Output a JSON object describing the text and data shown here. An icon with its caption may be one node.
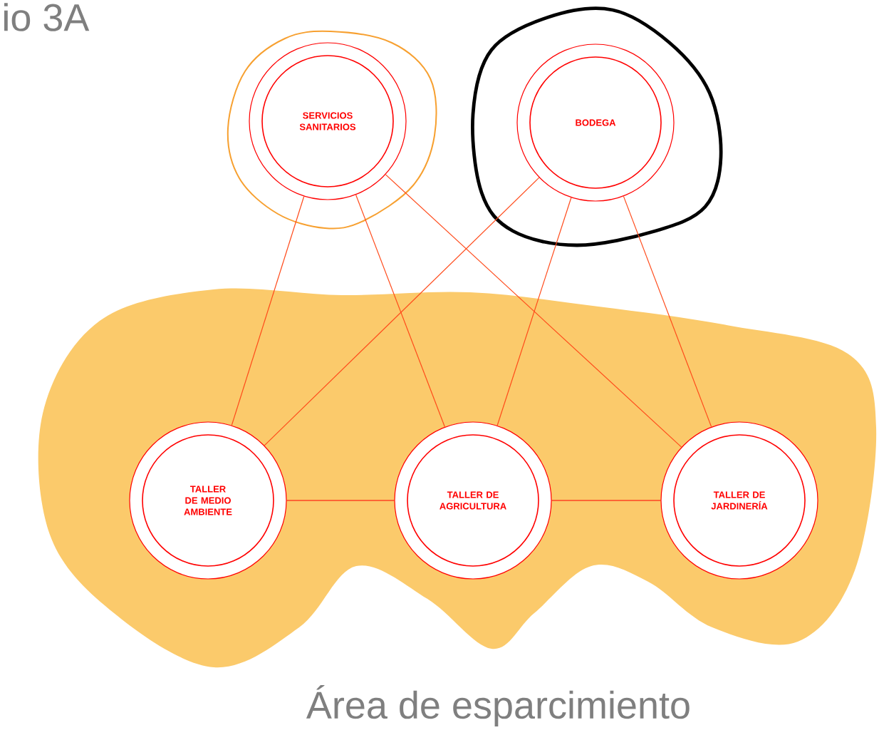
{
  "diagram": {
    "nodes": [
      {
        "text": [],
        "shape": "cloud"
      },
      {
        "text": [
          "SERVICIOS SANITARIOS"
        ],
        "in": 0
      },
      {
        "text": [],
        "shape": "cloud"
      },
      {
        "text": [
          "BODEGA"
        ],
        "in": 2
      },
      {
        "text": [
          "Área de esparcimiento"
        ]
      },
      {
        "text": [
          "TALLER DE MEDIO AMBIENTE"
        ],
        "in": 4
      },
      {
        "text": [
          "TALLER DE AGRICULTURA"
        ],
        "in": 4
      },
      {
        "text": [
          "TALLER DE JARDINERÍA"
        ],
        "in": 4
      }
    ],
    "edges": [
      {
        "from": 1,
        "to": 5,
        "arrow": "none"
      },
      {
        "from": 1,
        "to": 6,
        "arrow": "none"
      },
      {
        "from": 1,
        "to": 7,
        "arrow": "none"
      },
      {
        "from": 3,
        "to": 5,
        "arrow": "none"
      },
      {
        "from": 3,
        "to": 6,
        "arrow": "none"
      },
      {
        "from": 3,
        "to": 7,
        "arrow": "none"
      },
      {
        "from": 5,
        "to": 6,
        "arrow": "none",
        "color": "#ff0000"
      },
      {
        "from": 6,
        "to": 7,
        "arrow": "none",
        "color": "#ff0000"
      }
    ],
    "labels": [
      "io 3A"
    ]
  }
}
